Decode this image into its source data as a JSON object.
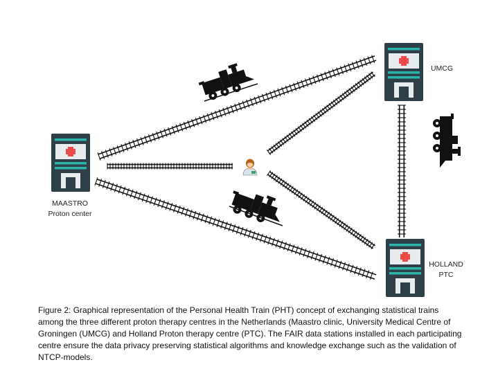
{
  "nodes": {
    "maastro": {
      "line1": "MAASTRO",
      "line2": "Proton center"
    },
    "umcg": {
      "line1": "UMCG"
    },
    "holland": {
      "line1": "HOLLAND",
      "line2": "PTC"
    }
  },
  "icons": {
    "hospital": "hospital-building-icon",
    "train": "steam-locomotive-icon",
    "researcher": "doctor-person-icon",
    "track": "railway-track"
  },
  "colors": {
    "teal": "#2ab3a8",
    "building_dark": "#2e3f48",
    "building_light": "#e9ecee",
    "cross": "#e94b4b",
    "train": "#111111"
  },
  "caption": "Figure 2: Graphical representation of the Personal Health Train (PHT) concept of exchanging statistical trains among the three different proton therapy centres in the Netherlands (Maastro clinic, University Medical Centre of Groningen (UMCG) and Holland Proton therapy centre (PTC). The FAIR data stations installed in each participating centre ensure the data privacy preserving statistical algorithms and knowledge exchange such as the validation of NTCP-models."
}
